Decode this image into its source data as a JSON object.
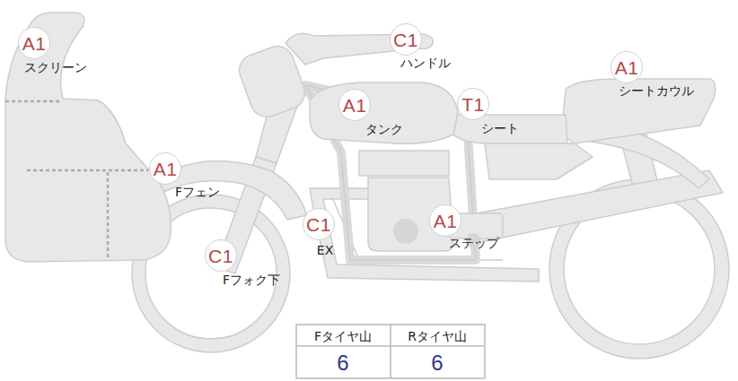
{
  "diagram": {
    "nodes": [
      {
        "text": [
          "A1",
          "スクリーン"
        ]
      },
      {
        "text": [
          "C1",
          "ハンドル"
        ]
      },
      {
        "text": [
          "A1",
          "シートカウル"
        ]
      },
      {
        "text": [
          "A1",
          "タンク"
        ]
      },
      {
        "text": [
          "T1",
          "シート"
        ]
      },
      {
        "text": [
          "A1",
          "Fフェン"
        ]
      },
      {
        "text": [
          "C1",
          "EX"
        ]
      },
      {
        "text": [
          "A1",
          "ステップ"
        ]
      },
      {
        "text": [
          "C1",
          "Fフォク下"
        ]
      }
    ],
    "labels": [
      "Fタイヤ山",
      "Rタイヤ山",
      "6",
      "6"
    ]
  }
}
